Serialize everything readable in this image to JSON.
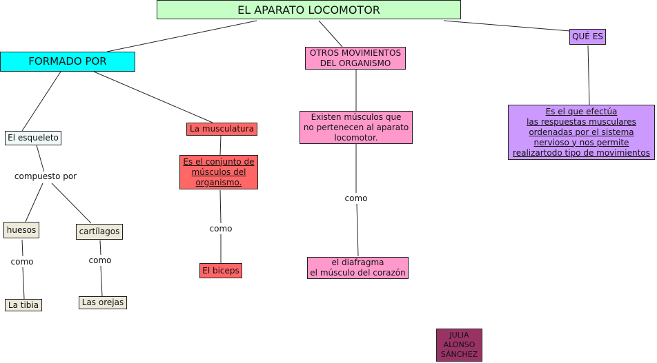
{
  "colors": {
    "title": "#c6ffc6",
    "formado": "#00ffff",
    "skeleton": "#f0f8f8",
    "bones": "#eeeadb",
    "muscle": "#ff6666",
    "otros": "#ff99cc",
    "que": "#cc99ff",
    "author": "#993366"
  },
  "nodes": {
    "title": "EL APARATO LOCOMOTOR",
    "formado_por": "FORMADO POR",
    "otros": "OTROS MOVIMIENTOS\nDEL ORGANISMO",
    "que_es": "QUÉ ES",
    "esqueleto": "El esqueleto",
    "musculatura": "La musculatura",
    "musculatura_def": "Es el conjunto de\nmúsculos del \norganismo.",
    "biceps": "El biceps",
    "huesos": "huesos",
    "cartilagos": "cartílagos",
    "tibia": "La tibia",
    "orejas": "Las orejas",
    "existen": "Existen músculos que\nno pertenecen al aparato\nlocomotor.",
    "diafragma": "el diafragma\nel músculo del corazón",
    "que_def": "Es el que efectúa\nlas respuestas musculares\nordenadas por el sistema\n nervioso y nos permite \nrealizartodo tipo de movimientos ",
    "author": "JULIA\nALONSO\nSÁNCHEZ"
  },
  "link_labels": {
    "compuesto_por": "compuesto por",
    "como_huesos": "como",
    "como_cartilagos": "como",
    "como_musculatura": "como",
    "como_otros": "como"
  }
}
